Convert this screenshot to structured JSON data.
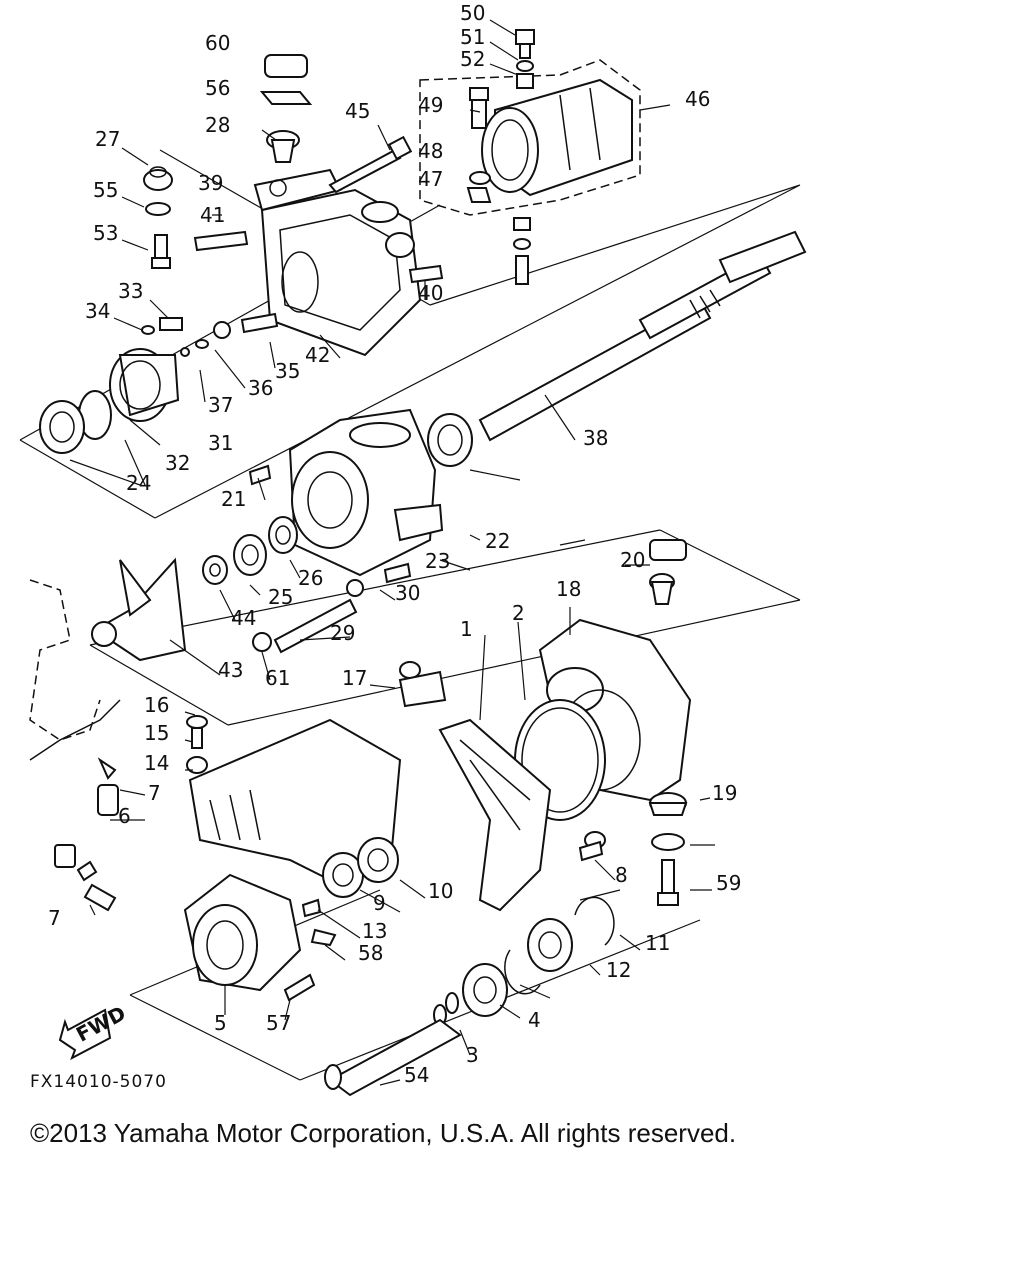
{
  "diagram": {
    "code": "FX14010-5070",
    "fwd_label": "FWD",
    "callouts": [
      "50",
      "51",
      "52",
      "60",
      "56",
      "49",
      "46",
      "45",
      "28",
      "48",
      "47",
      "27",
      "39",
      "41",
      "55",
      "53",
      "33",
      "34",
      "36",
      "35",
      "42",
      "40",
      "37",
      "31",
      "32",
      "24",
      "38",
      "21",
      "22",
      "23",
      "26",
      "25",
      "44",
      "30",
      "29",
      "43",
      "61",
      "18",
      "20",
      "17",
      "16",
      "15",
      "14",
      "7",
      "6",
      "1",
      "2",
      "19",
      "10",
      "9",
      "13",
      "58",
      "5",
      "57",
      "11",
      "12",
      "4",
      "3",
      "54",
      "59",
      "8"
    ],
    "copyright": "©2013 Yamaha Motor Corporation, U.S.A. All rights reserved."
  }
}
